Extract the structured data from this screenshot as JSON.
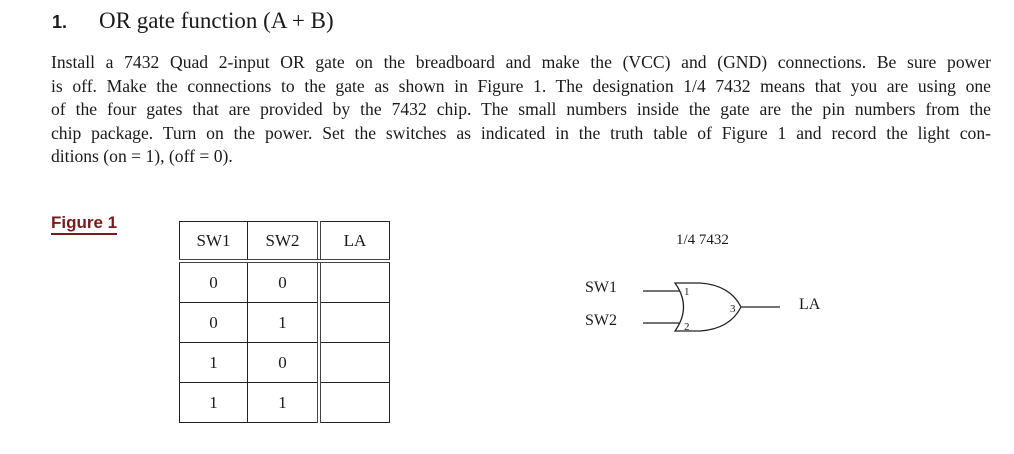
{
  "section": {
    "number": "1.",
    "title": "OR gate function (A + B)"
  },
  "instructions": {
    "lines": [
      "Install a 7432 Quad 2-input OR gate on the breadboard and make the (VCC) and (GND) connections. Be sure power",
      "is off. Make the connections to the gate as shown in Figure 1. The designation 1/4 7432 means that you are using one",
      "of the four gates that are provided by the 7432 chip. The small numbers inside the gate are the pin numbers from the",
      "chip package. Turn on the power. Set the switches as indicated in the truth table of Figure 1 and record the light con-",
      "ditions (on = 1), (off = 0)."
    ]
  },
  "figure": {
    "label": "Figure  1",
    "label_color": "#7a1a1a"
  },
  "truth_table": {
    "headers": [
      "SW1",
      "SW2",
      "LA"
    ],
    "rows": [
      [
        "0",
        "0",
        ""
      ],
      [
        "0",
        "1",
        ""
      ],
      [
        "1",
        "0",
        ""
      ],
      [
        "1",
        "1",
        ""
      ]
    ]
  },
  "gate_diagram": {
    "chip_designation": "1/4 7432",
    "input_1_label": "SW1",
    "input_2_label": "SW2",
    "output_label": "LA",
    "pin_in_1": "1",
    "pin_in_2": "2",
    "pin_out": "3",
    "gate_type": "or-gate"
  }
}
